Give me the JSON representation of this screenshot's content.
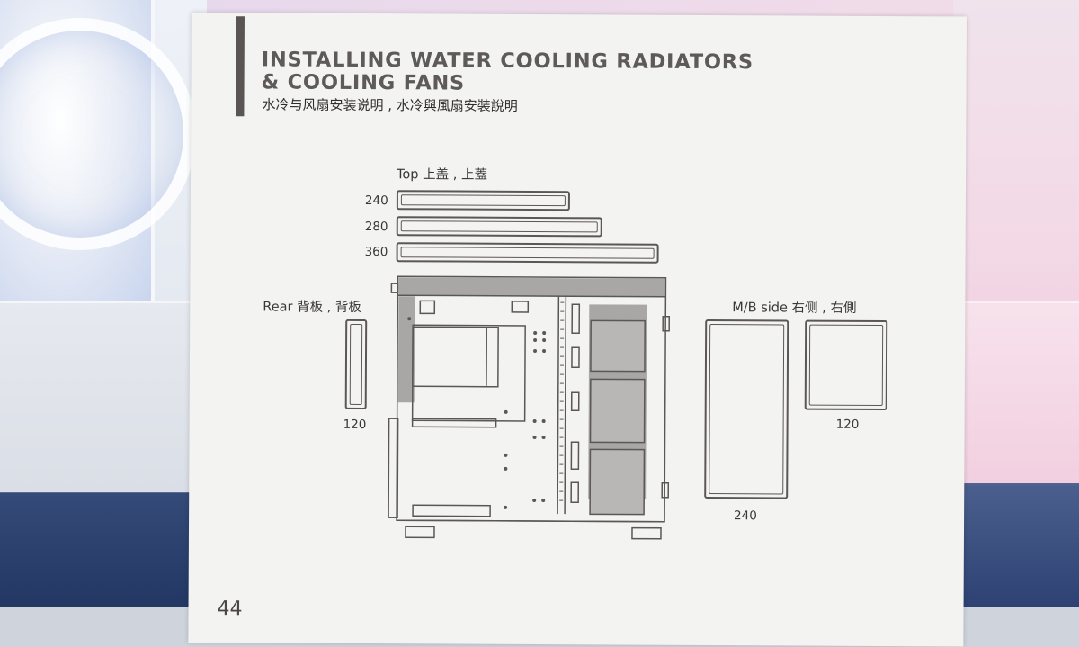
{
  "manual": {
    "title": "INSTALLING WATER COOLING RADIATORS\n& COOLING FANS",
    "subtitle": "水冷与风扇安装说明 , 水冷與風扇安裝說明",
    "page_number": "44"
  },
  "top": {
    "label": "Top 上盖 , 上蓋",
    "sizes": [
      "240",
      "280",
      "360"
    ]
  },
  "rear": {
    "label": "Rear 背板 , 背板",
    "size": "120"
  },
  "mb_side": {
    "label": "M/B side 右侧 , 右側",
    "sizes": [
      "240",
      "120"
    ]
  },
  "colors": {
    "paper": "#f3f3f1",
    "ink": "#5b5756",
    "shade": "#a9a7a5",
    "title": "#5d5a58"
  }
}
